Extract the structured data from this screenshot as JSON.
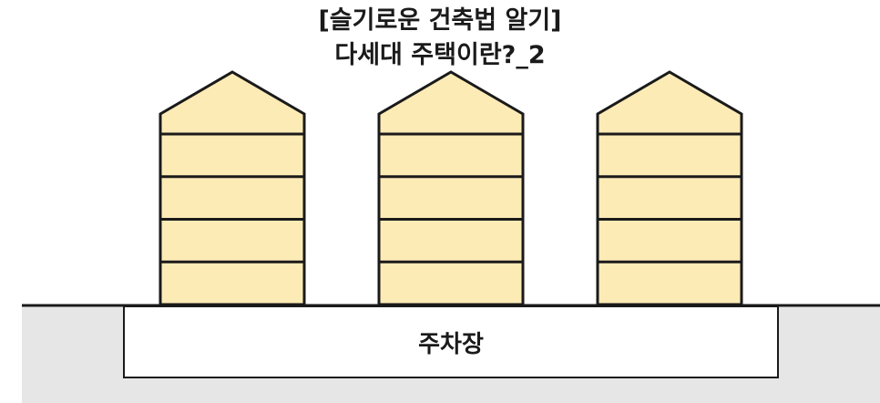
{
  "title": {
    "line1": "[슬기로운 건축법 알기]",
    "line2": "다세대 주택이란?_2"
  },
  "diagram": {
    "building_count": 3,
    "floors_per_building": 4,
    "parking_label": "주차장"
  },
  "colors": {
    "building_fill": "#fdebb6",
    "outline": "#1a1a1a",
    "ground_fill": "#e6e6e6",
    "parking_fill": "#ffffff"
  }
}
